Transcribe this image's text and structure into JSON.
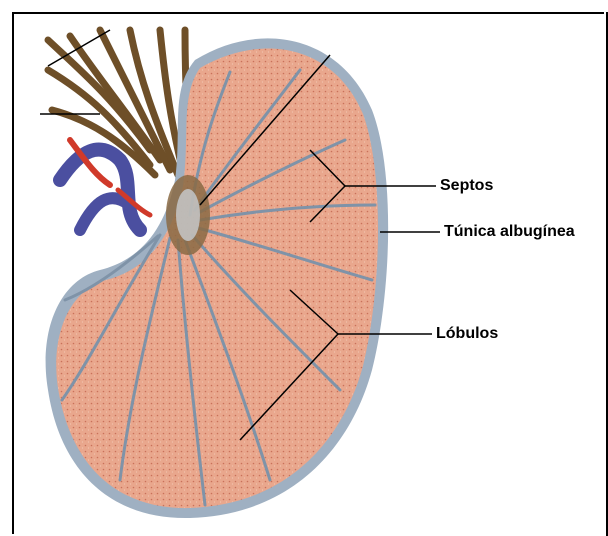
{
  "labels": {
    "septos": "Septos",
    "tunica": "Túnica albugínea",
    "lobulos": "Lóbulos"
  },
  "colors": {
    "tissue": "#e8a48a",
    "tissue_dark": "#d9866a",
    "capsule": "#9aa8b8",
    "septa": "#7f93a8",
    "cord": "#7a5a2e",
    "vein": "#4b4fa0",
    "artery": "#d03a2a"
  }
}
